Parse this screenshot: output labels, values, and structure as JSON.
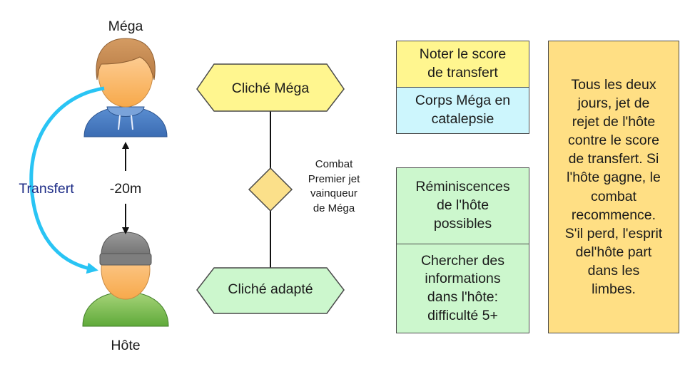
{
  "actors": {
    "mega": {
      "label": "Méga"
    },
    "hote": {
      "label": "Hôte"
    }
  },
  "transfer_label": "Transfert",
  "distance_label": "-20m",
  "flow": {
    "start": "Cliché Méga",
    "decision": "Combat\nPremier jet\nvainqueur\nde Méga",
    "end": "Cliché adapté"
  },
  "info_boxes": {
    "score": "Noter le score\nde transfert",
    "corps": "Corps Méga en\ncatalepsie",
    "reminiscences": "Réminiscences\nde l'hôte\npossibles",
    "chercher": "Chercher des\ninformations\ndans l'hôte:\ndifficulté 5+"
  },
  "note": "Tous les deux\njours, jet de\nrejet de l'hôte\ncontre le score\nde transfert. Si\nl'hôte gagne, le\ncombat\nrecommence.\nS'il perd, l'esprit\ndel'hôte part\ndans les\nlimbes.",
  "colors": {
    "yellow": "#fff68f",
    "cyan": "#cdf6fd",
    "green": "#ccf7cd",
    "note": "#ffdf84",
    "arrow_blue": "#29c4f4",
    "transfer_text": "#1c2b86",
    "decision": "#fbe08a"
  }
}
